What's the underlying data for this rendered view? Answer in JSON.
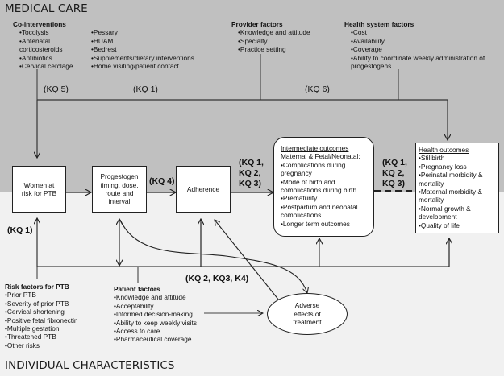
{
  "sections": {
    "top": "MEDICAL CARE",
    "bottom": "INDIVIDUAL CHARACTERISTICS"
  },
  "co_interventions": {
    "heading": "Co-interventions",
    "col1": [
      "•Tocolysis",
      "•Antenatal",
      "corticosteroids",
      "•Antibiotics",
      "•Cervical cerclage"
    ],
    "col2": [
      "•Pessary",
      "•HUAM",
      "•Bedrest",
      "•Supplements/dietary interventions",
      "•Home visiting/patient contact"
    ]
  },
  "provider_factors": {
    "heading": "Provider factors",
    "items": [
      "•Knowledge and attitude",
      "•Specialty",
      "•Practice setting"
    ]
  },
  "health_system_factors": {
    "heading": "Health system factors",
    "items": [
      "•Cost",
      "•Availability",
      "•Coverage",
      "•Ability to coordinate weekly administration of",
      "progestogens"
    ]
  },
  "kq_labels": {
    "kq5": "(KQ 5)",
    "kq1_top": "(KQ 1)",
    "kq6": "(KQ 6)",
    "kq4": "(KQ 4)",
    "kq1_left": "(KQ 1)",
    "kq123_a": "(KQ 1,\nKQ 2,\nKQ 3)",
    "kq123_b": "(KQ 1,\nKQ 2,\nKQ 3)",
    "kq234": "(KQ 2, KQ3, K4)"
  },
  "boxes": {
    "women": "Women at\nrisk for PTB",
    "progestogen": "Progestogen\ntiming, dose,\nroute and\ninterval",
    "adherence": "Adherence",
    "adverse": "Adverse\neffects of\ntreatment"
  },
  "intermediate_outcomes": {
    "heading": "Intermediate outcomes",
    "subheading": "Maternal & Fetal/Neonatal:",
    "items": [
      "•Complications during",
      "pregnancy",
      "•Mode of birth and",
      "complications during birth",
      "•Prematurity",
      "•Postpartum and neonatal",
      "complications",
      "•Longer term outcomes"
    ]
  },
  "health_outcomes": {
    "heading": "Health outcomes",
    "items": [
      "•Stillbirth",
      "•Pregnancy loss",
      "•Perinatal morbidity &",
      "mortality",
      "•Maternal morbidity &",
      "mortality",
      "•Normal growth &",
      "development",
      "•Quality of life"
    ]
  },
  "risk_factors": {
    "heading": "Risk factors for PTB",
    "items": [
      "•Prior PTB",
      "•Severity of prior PTB",
      "•Cervical shortening",
      "•Positive fetal fibronectin",
      "•Multiple gestation",
      "•Threatened PTB",
      "•Other risks"
    ]
  },
  "patient_factors": {
    "heading": "Patient factors",
    "items": [
      "•Knowledge and attitude",
      "•Acceptability",
      "•Informed decision-making",
      "•Ability to keep weekly visits",
      "•Access to care",
      "•Pharmaceutical coverage"
    ]
  }
}
